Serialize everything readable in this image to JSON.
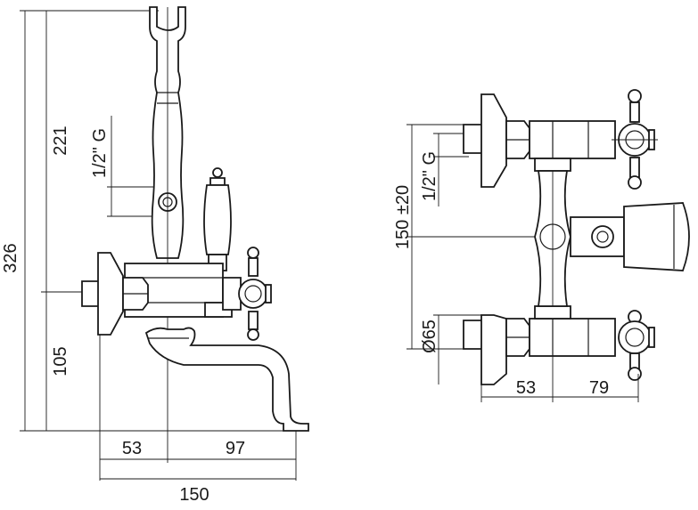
{
  "left_view": {
    "dimensions": {
      "total_height": "326",
      "upper_height": "221",
      "lower_height": "105",
      "thread": "1/2\" G",
      "left_width": "53",
      "right_width": "97",
      "total_width": "150"
    }
  },
  "right_view": {
    "dimensions": {
      "center_distance": "150 ±20",
      "thread": "1/2\" G",
      "diameter": "Ø65",
      "left_width": "53",
      "right_width": "79"
    }
  }
}
